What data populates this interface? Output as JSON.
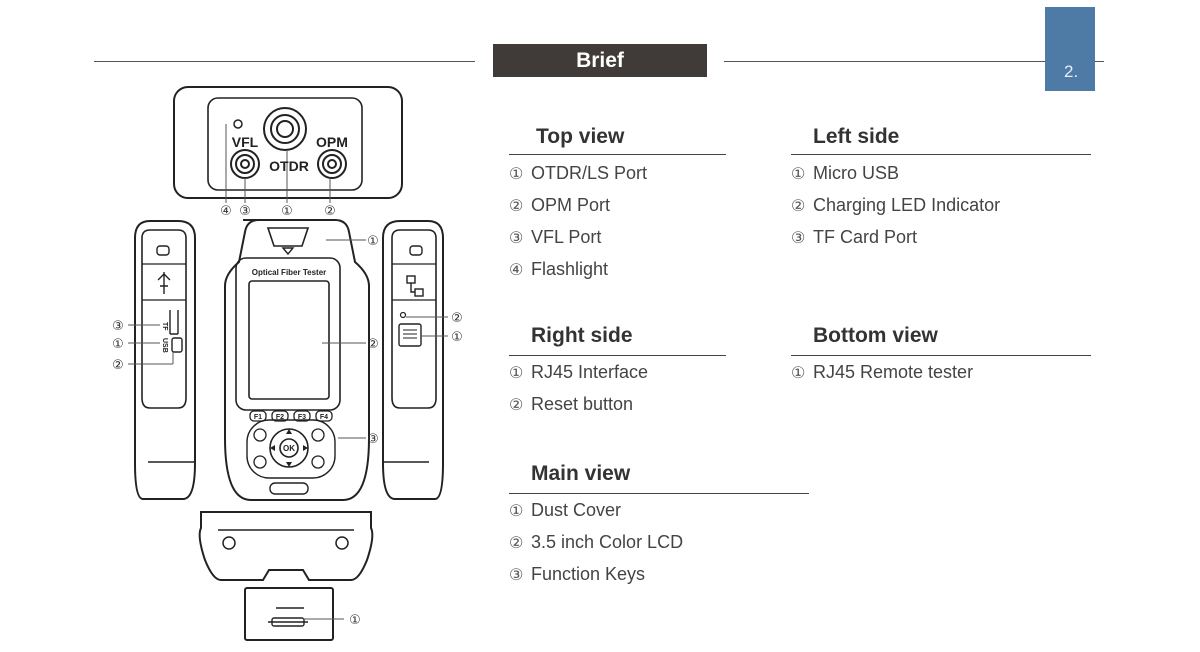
{
  "header": {
    "title": "Brief",
    "page_number": "2."
  },
  "sections": {
    "top_view": {
      "title": "Top view",
      "items": [
        {
          "num": "①",
          "label": "OTDR/LS Port"
        },
        {
          "num": "②",
          "label": "OPM Port"
        },
        {
          "num": "③",
          "label": "VFL Port"
        },
        {
          "num": "④",
          "label": "Flashlight"
        }
      ]
    },
    "left_side": {
      "title": "Left side",
      "items": [
        {
          "num": "①",
          "label": "Micro USB"
        },
        {
          "num": "②",
          "label": "Charging LED Indicator"
        },
        {
          "num": "③",
          "label": "TF Card Port"
        }
      ]
    },
    "right_side": {
      "title": "Right side",
      "items": [
        {
          "num": "①",
          "label": "RJ45 Interface"
        },
        {
          "num": "②",
          "label": "Reset button"
        }
      ]
    },
    "bottom_view": {
      "title": "Bottom view",
      "items": [
        {
          "num": "①",
          "label": "RJ45 Remote tester"
        }
      ]
    },
    "main_view": {
      "title": "Main view",
      "items": [
        {
          "num": "①",
          "label": "Dust Cover"
        },
        {
          "num": "②",
          "label": "3.5 inch Color LCD"
        },
        {
          "num": "③",
          "label": "Function Keys"
        }
      ]
    }
  },
  "device": {
    "top_labels": {
      "vfl": "VFL",
      "otdr": "OTDR",
      "opm": "OPM"
    },
    "screen_label": "Optical Fiber Tester",
    "fkeys": [
      "F1",
      "F2",
      "F3",
      "F4"
    ],
    "ok_key": "OK",
    "side_labels": {
      "tf": "TF",
      "usb": "USB"
    },
    "callouts": {
      "top": [
        "④",
        "③",
        "①",
        "②"
      ],
      "main": [
        "①",
        "②",
        "③"
      ],
      "left": [
        "③",
        "①",
        "②"
      ],
      "right": [
        "②",
        "①"
      ],
      "bottom": [
        "①"
      ]
    }
  }
}
